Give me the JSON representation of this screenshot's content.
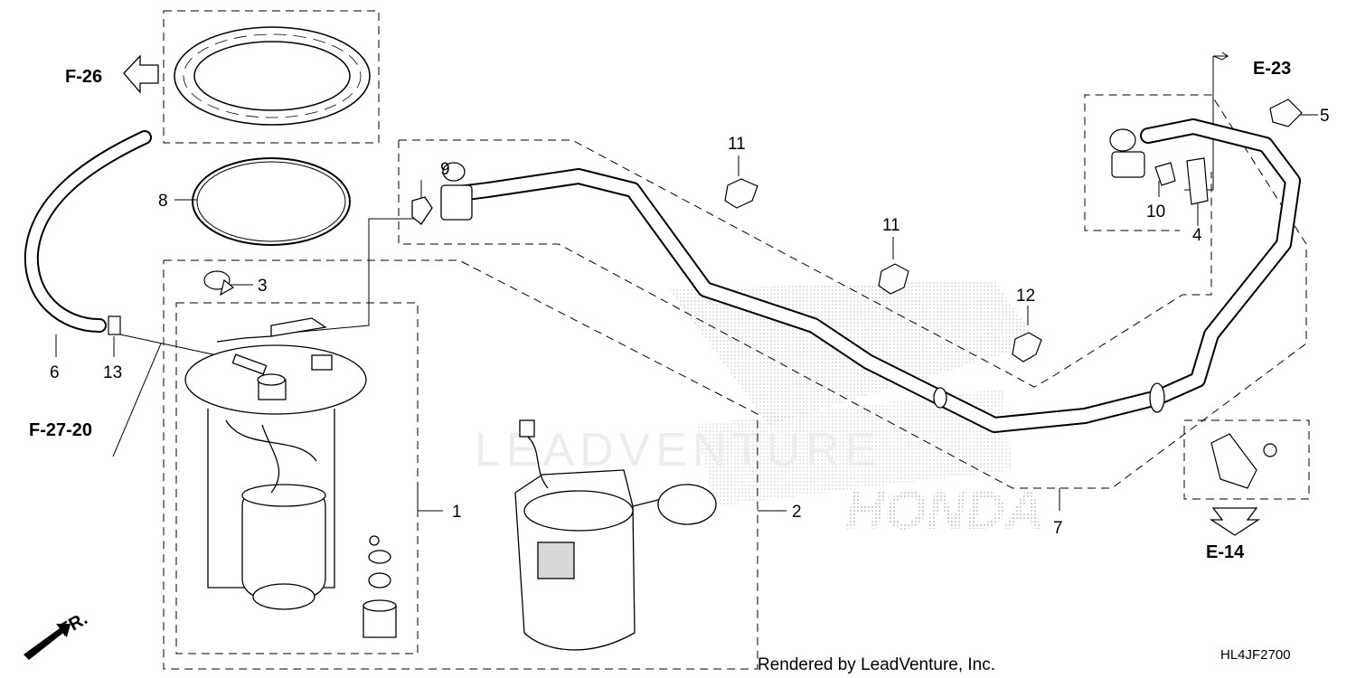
{
  "diagram": {
    "part_numbers": {
      "p1": "1",
      "p2": "2",
      "p3": "3",
      "p4": "4",
      "p5": "5",
      "p6": "6",
      "p7": "7",
      "p8": "8",
      "p9": "9",
      "p10": "10",
      "p11a": "11",
      "p11b": "11",
      "p12": "12",
      "p13": "13"
    },
    "references": {
      "f26": "F-26",
      "f2720": "F-27-20",
      "e23": "E-23",
      "e14": "E-14"
    },
    "front_label": "FR.",
    "footer_credit": "Rendered by LeadVenture, Inc.",
    "diagram_code": "HL4JF2700",
    "watermark_text": "LEADVENTURE",
    "brand_watermark": "HONDA"
  }
}
